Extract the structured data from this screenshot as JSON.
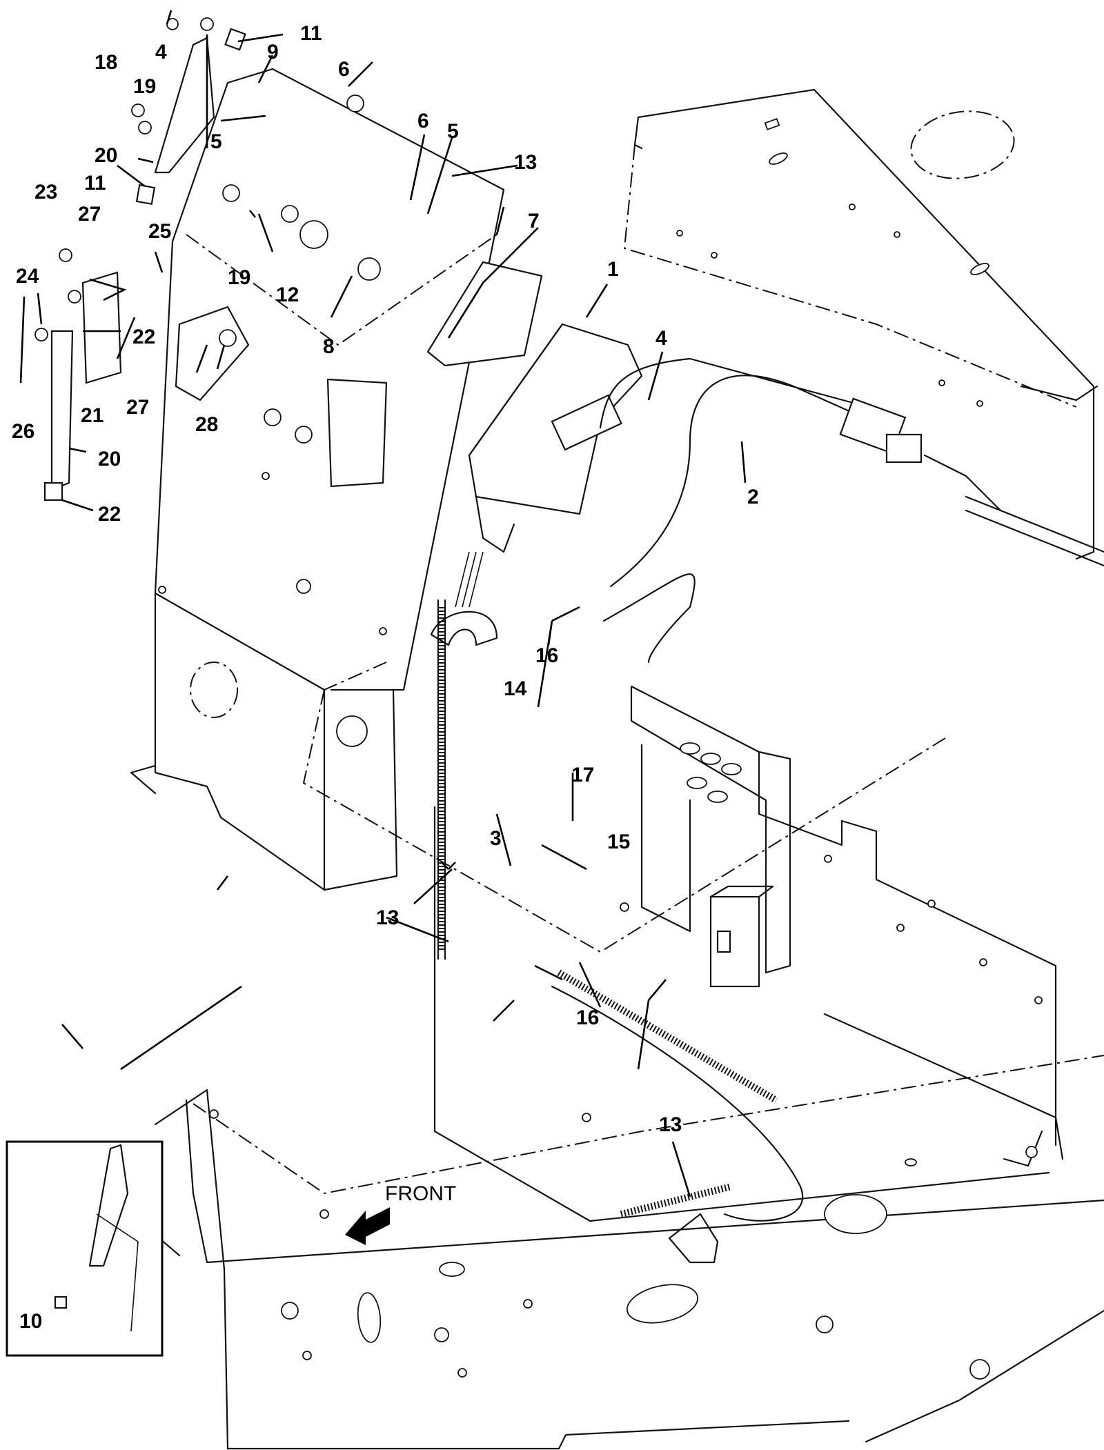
{
  "diagram": {
    "front_label": "FRONT",
    "callouts": [
      {
        "id": "c1",
        "label": "1"
      },
      {
        "id": "c2",
        "label": "2"
      },
      {
        "id": "c3",
        "label": "3"
      },
      {
        "id": "c4a",
        "label": "4"
      },
      {
        "id": "c4b",
        "label": "4"
      },
      {
        "id": "c5a",
        "label": "5"
      },
      {
        "id": "c5b",
        "label": "5"
      },
      {
        "id": "c6a",
        "label": "6"
      },
      {
        "id": "c6b",
        "label": "6"
      },
      {
        "id": "c7",
        "label": "7"
      },
      {
        "id": "c8",
        "label": "8"
      },
      {
        "id": "c9",
        "label": "9"
      },
      {
        "id": "c10",
        "label": "10"
      },
      {
        "id": "c11a",
        "label": "11"
      },
      {
        "id": "c11b",
        "label": "11"
      },
      {
        "id": "c12",
        "label": "12"
      },
      {
        "id": "c13a",
        "label": "13"
      },
      {
        "id": "c13b",
        "label": "13"
      },
      {
        "id": "c13c",
        "label": "13"
      },
      {
        "id": "c14",
        "label": "14"
      },
      {
        "id": "c15",
        "label": "15"
      },
      {
        "id": "c16a",
        "label": "16"
      },
      {
        "id": "c16b",
        "label": "16"
      },
      {
        "id": "c17",
        "label": "17"
      },
      {
        "id": "c18",
        "label": "18"
      },
      {
        "id": "c19a",
        "label": "19"
      },
      {
        "id": "c19b",
        "label": "19"
      },
      {
        "id": "c20a",
        "label": "20"
      },
      {
        "id": "c20b",
        "label": "20"
      },
      {
        "id": "c21",
        "label": "21"
      },
      {
        "id": "c22a",
        "label": "22"
      },
      {
        "id": "c22b",
        "label": "22"
      },
      {
        "id": "c23",
        "label": "23"
      },
      {
        "id": "c24",
        "label": "24"
      },
      {
        "id": "c25",
        "label": "25"
      },
      {
        "id": "c26",
        "label": "26"
      },
      {
        "id": "c27a",
        "label": "27"
      },
      {
        "id": "c27b",
        "label": "27"
      },
      {
        "id": "c28",
        "label": "28"
      }
    ]
  }
}
